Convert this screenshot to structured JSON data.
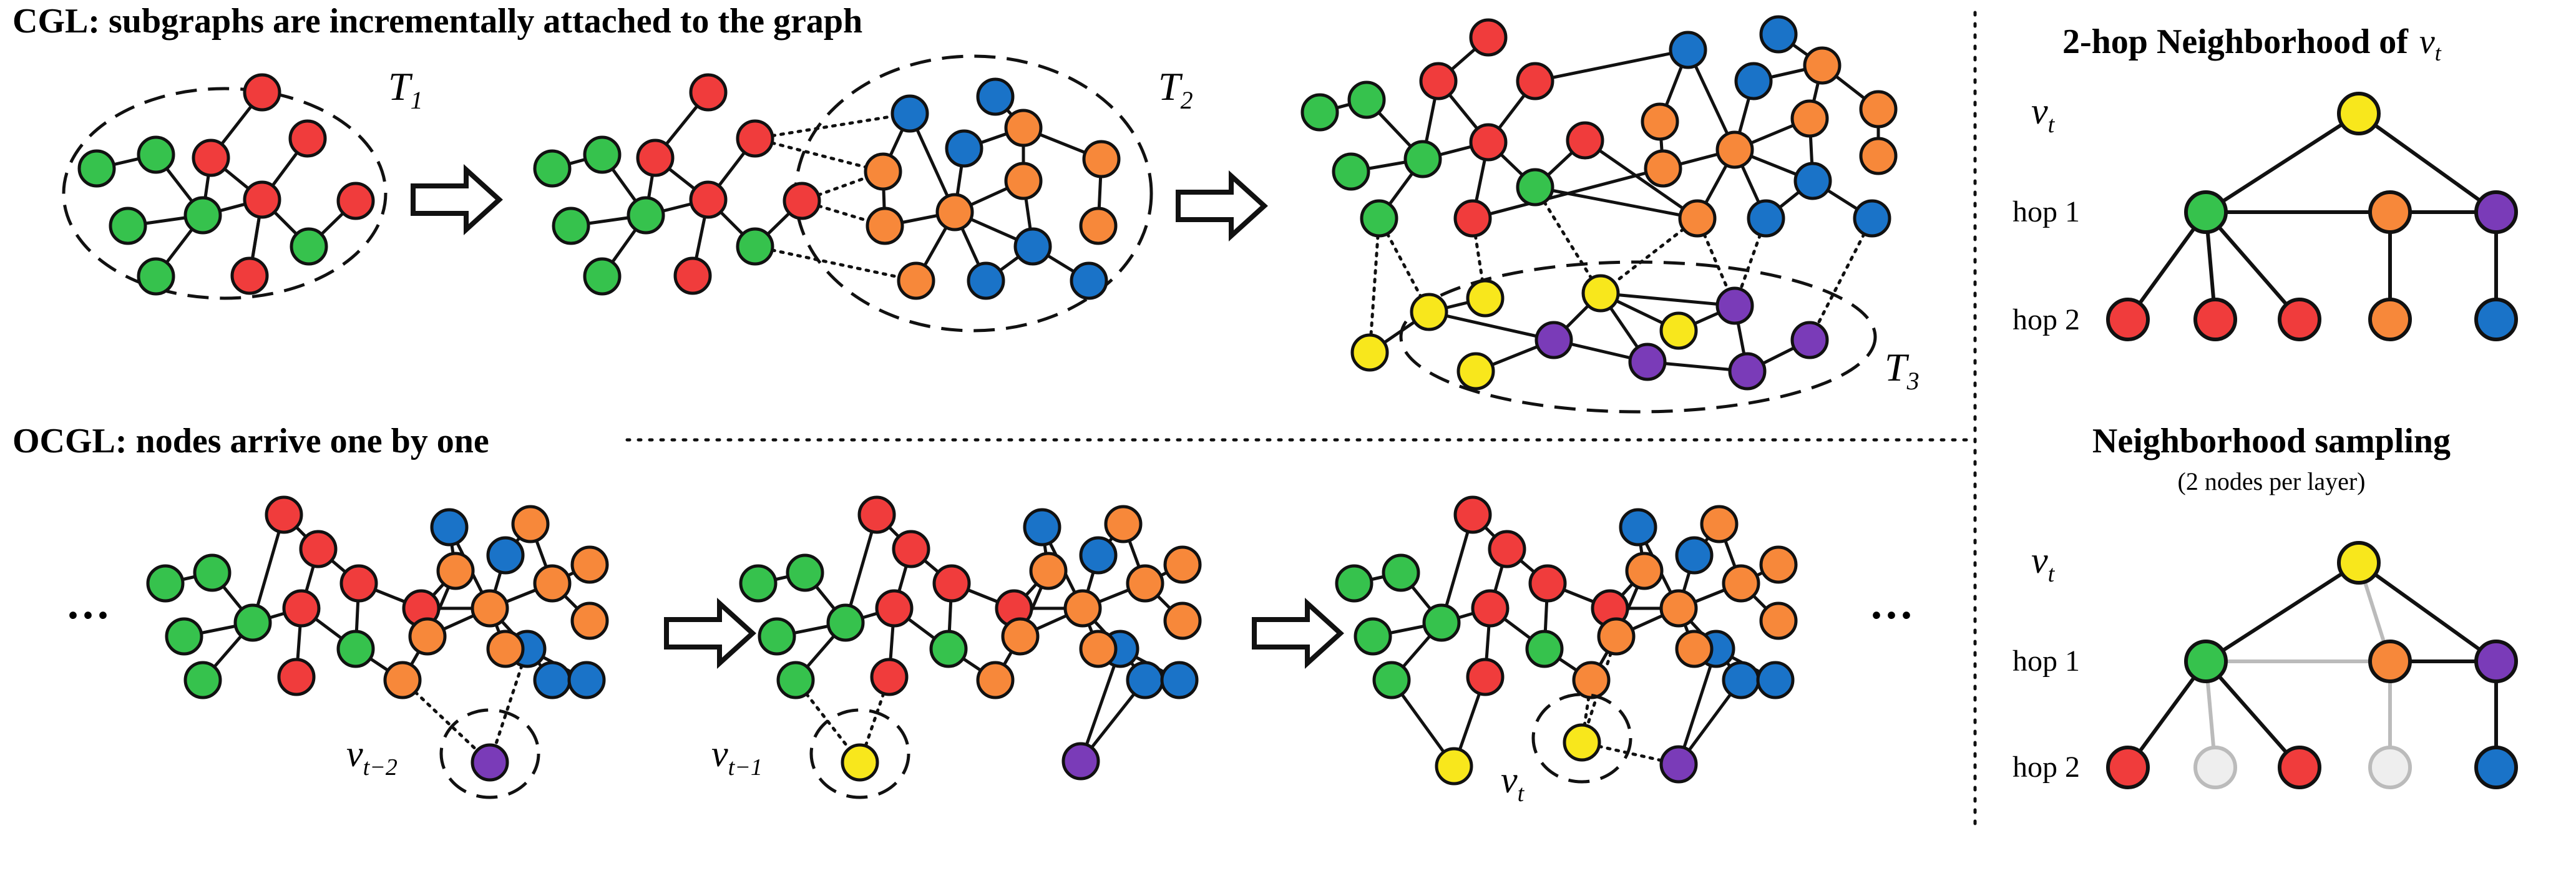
{
  "colors": {
    "red": "#F03C3C",
    "green": "#36C24D",
    "orange": "#F7883A",
    "blue": "#1A73C8",
    "yellow": "#F8E71C",
    "purple": "#7A3BB8",
    "gray": "#EEEEEE",
    "gray_edge": "#BBBBBB",
    "stroke": "#111111"
  },
  "cgl": {
    "title": "CGL: subgraphs are incrementally attached to the graph",
    "task_labels": [
      {
        "base": "T",
        "sub": "1"
      },
      {
        "base": "T",
        "sub": "2"
      },
      {
        "base": "T",
        "sub": "3"
      }
    ]
  },
  "ocgl": {
    "title": "OCGL: nodes arrive one by one",
    "ellipsis": "···",
    "node_labels": [
      {
        "base": "v",
        "sub": "t−2"
      },
      {
        "base": "v",
        "sub": "t−1"
      },
      {
        "base": "v",
        "sub": "t"
      }
    ]
  },
  "neighborhood": {
    "title_prefix": "2-hop Neighborhood of",
    "title_var": {
      "base": "v",
      "sub": "t"
    },
    "row_root": {
      "base": "v",
      "sub": "t"
    },
    "row_hop1": "hop 1",
    "row_hop2": "hop 2"
  },
  "sampling": {
    "title": "Neighborhood sampling",
    "subtitle": "(2 nodes per layer)",
    "row_root": {
      "base": "v",
      "sub": "t"
    },
    "row_hop1": "hop 1",
    "row_hop2": "hop 2"
  }
}
